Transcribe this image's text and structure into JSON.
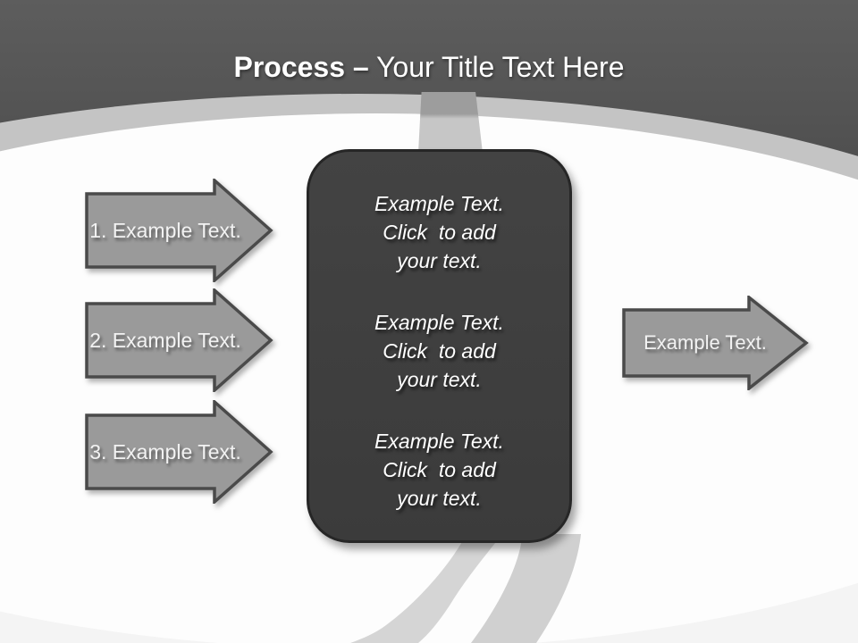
{
  "slide": {
    "title": {
      "bold": "Process –",
      "regular": "Your Title Text Here"
    },
    "left_arrows": [
      {
        "label": "1. Example Text."
      },
      {
        "label": "2. Example Text."
      },
      {
        "label": "3. Example Text."
      }
    ],
    "center_box": {
      "blocks": [
        {
          "lines": [
            "Example Text.",
            "Click  to add",
            "your text."
          ]
        },
        {
          "lines": [
            "Example Text.",
            "Click  to add",
            "your text."
          ]
        },
        {
          "lines": [
            "Example Text.",
            "Click  to add",
            "your text."
          ]
        }
      ]
    },
    "right_arrow": {
      "label": "Example Text."
    },
    "icons": [
      "walking-person-silhouette",
      "right-arrow-shape"
    ],
    "colors": {
      "header_top": "#5d5d5d",
      "header_bottom": "#454545",
      "arc_band": "#c4c4c4",
      "ellipse_fill": "#fdfdfd",
      "page_base": "#f4f4f4",
      "arrow_fill": "#9a9a9a",
      "arrow_border": "#4a4a4a",
      "box_fill": "#3d3d3d",
      "box_border": "#262626",
      "silhouette": "#d4d4d4",
      "text": "#ffffff"
    }
  }
}
